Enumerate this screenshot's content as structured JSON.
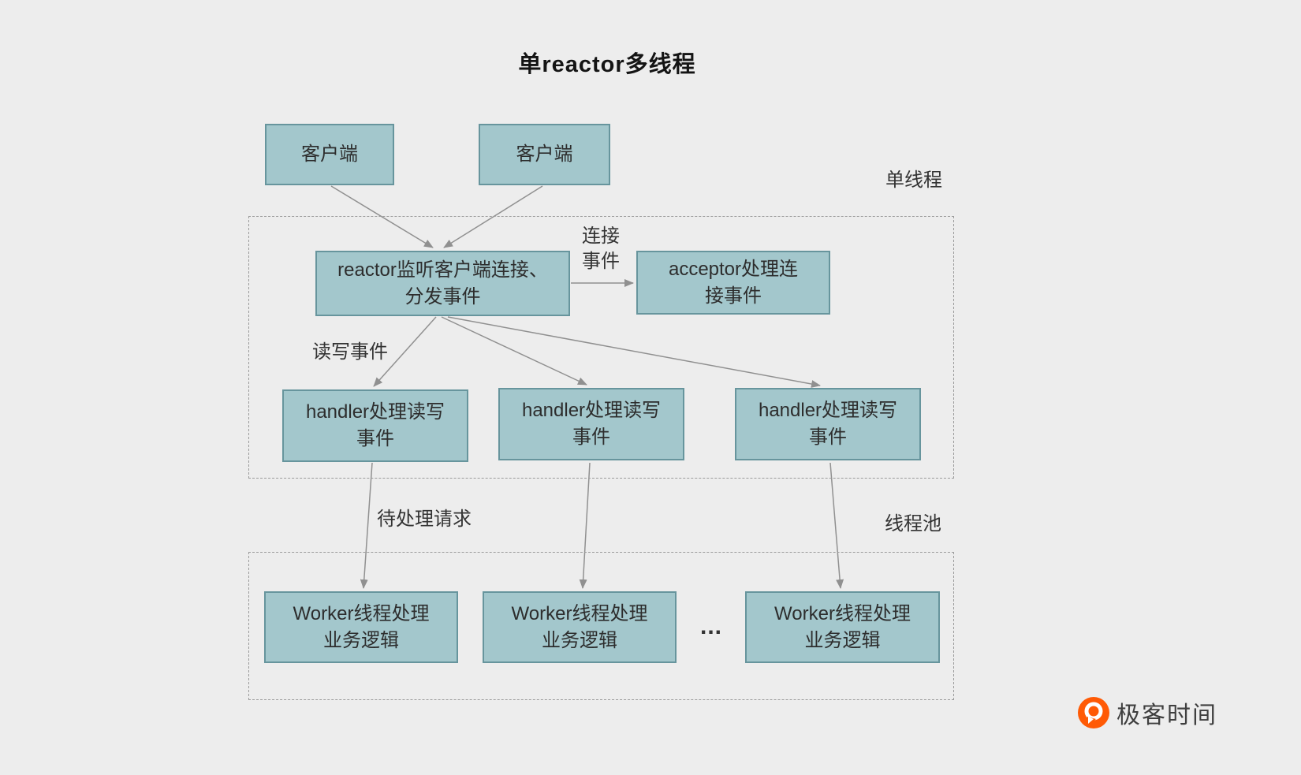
{
  "title": "单reactor多线程",
  "region_labels": {
    "single_thread": "单线程",
    "thread_pool": "线程池"
  },
  "clients": [
    {
      "label": "客户端"
    },
    {
      "label": "客户端"
    }
  ],
  "reactor": {
    "line1": "reactor监听客户端连接、",
    "line2": "分发事件"
  },
  "acceptor": {
    "line1": "acceptor处理连",
    "line2": "接事件"
  },
  "handlers": [
    {
      "line1": "handler处理读写",
      "line2": "事件"
    },
    {
      "line1": "handler处理读写",
      "line2": "事件"
    },
    {
      "line1": "handler处理读写",
      "line2": "事件"
    }
  ],
  "workers": [
    {
      "line1": "Worker线程处理",
      "line2": "业务逻辑"
    },
    {
      "line1": "Worker线程处理",
      "line2": "业务逻辑"
    },
    {
      "line1": "Worker线程处理",
      "line2": "业务逻辑"
    }
  ],
  "edge_labels": {
    "connection_event_line1": "连接",
    "connection_event_line2": "事件",
    "read_write_event": "读写事件",
    "pending_request": "待处理请求"
  },
  "ellipsis": "...",
  "logo": {
    "brand": "极客时间"
  },
  "colors": {
    "background": "#ededed",
    "node_fill": "#a3c7cc",
    "node_border": "#67959d",
    "dashed_border": "#9b9b9b",
    "arrow": "#909090",
    "logo_orange": "#ff5a05"
  }
}
